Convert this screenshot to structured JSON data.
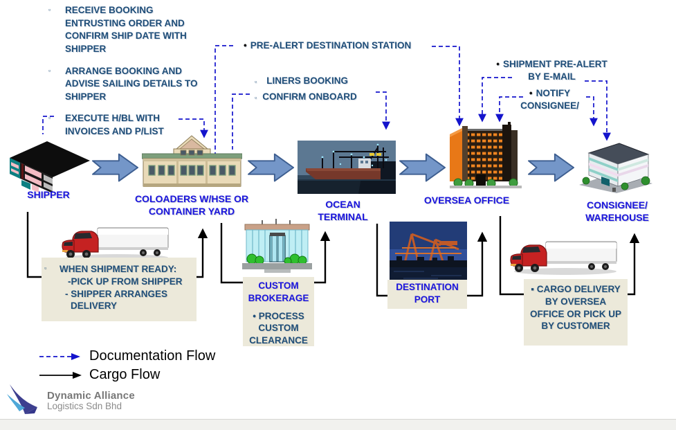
{
  "colors": {
    "doc_flow_blue": "#1414cc",
    "cargo_flow_black": "#000000",
    "station_label_blue": "#1b15dd",
    "note_text_blue": "#1f4e79",
    "big_arrow_fill": "#7496c8",
    "big_arrow_border": "#3d5e90",
    "callout_box_bg": "#ece9da"
  },
  "notes": {
    "top_left": [
      {
        "marker": "▫",
        "text": "RECEIVE BOOKING ENTRUSTING ORDER AND CONFIRM SHIP DATE WITH SHIPPER"
      },
      {
        "marker": "▫",
        "text": "ARRANGE BOOKING AND ADVISE SAILING DETAILS TO SHIPPER"
      },
      {
        "marker": "▫",
        "text": "EXECUTE H/BL WITH INVOICES AND P/LIST"
      }
    ],
    "pre_alert": {
      "marker": "•",
      "text": "PRE-ALERT DESTINATION STATION"
    },
    "liners": {
      "marker": "▫",
      "text": "LINERS BOOKING"
    },
    "confirm_onboard": {
      "marker": "▫",
      "text": "CONFIRM ONBOARD"
    },
    "shipment_pre_alert": {
      "marker": "•",
      "line1": "SHIPMENT PRE-ALERT",
      "line2": "BY E-MAIL"
    },
    "notify": {
      "marker": "•",
      "line1": "NOTIFY",
      "line2": "CONSIGNEE/"
    }
  },
  "stations": {
    "shipper": {
      "label": "SHIPPER"
    },
    "coloaders": {
      "label": "COLOADERS W/HSE OR CONTAINER YARD"
    },
    "ocean_terminal": {
      "label": "OCEAN TERMINAL"
    },
    "oversea_office": {
      "label": "OVERSEA OFFICE"
    },
    "consignee": {
      "label": "CONSIGNEE/ WAREHOUSE"
    }
  },
  "callouts": {
    "when_ready": {
      "marker": "▫",
      "title": "WHEN SHIPMENT READY:",
      "line1": "-PICK UP FROM SHIPPER",
      "line2": "- SHIPPER ARRANGES",
      "line3": "DELIVERY"
    },
    "custom_brokerage": {
      "title": "CUSTOM BROKERAGE",
      "note": "• PROCESS CUSTOM CLEARANCE"
    },
    "destination_port": {
      "label": "DESTINATION PORT"
    },
    "cargo_delivery": {
      "text": "▪ CARGO DELIVERY BY OVERSEA OFFICE OR PICK UP BY CUSTOMER"
    }
  },
  "legend": {
    "documentation": "Documentation Flow",
    "cargo": "Cargo Flow"
  },
  "logo": {
    "name": "Dynamic Alliance",
    "subtitle": "Logistics Sdn Bhd"
  }
}
